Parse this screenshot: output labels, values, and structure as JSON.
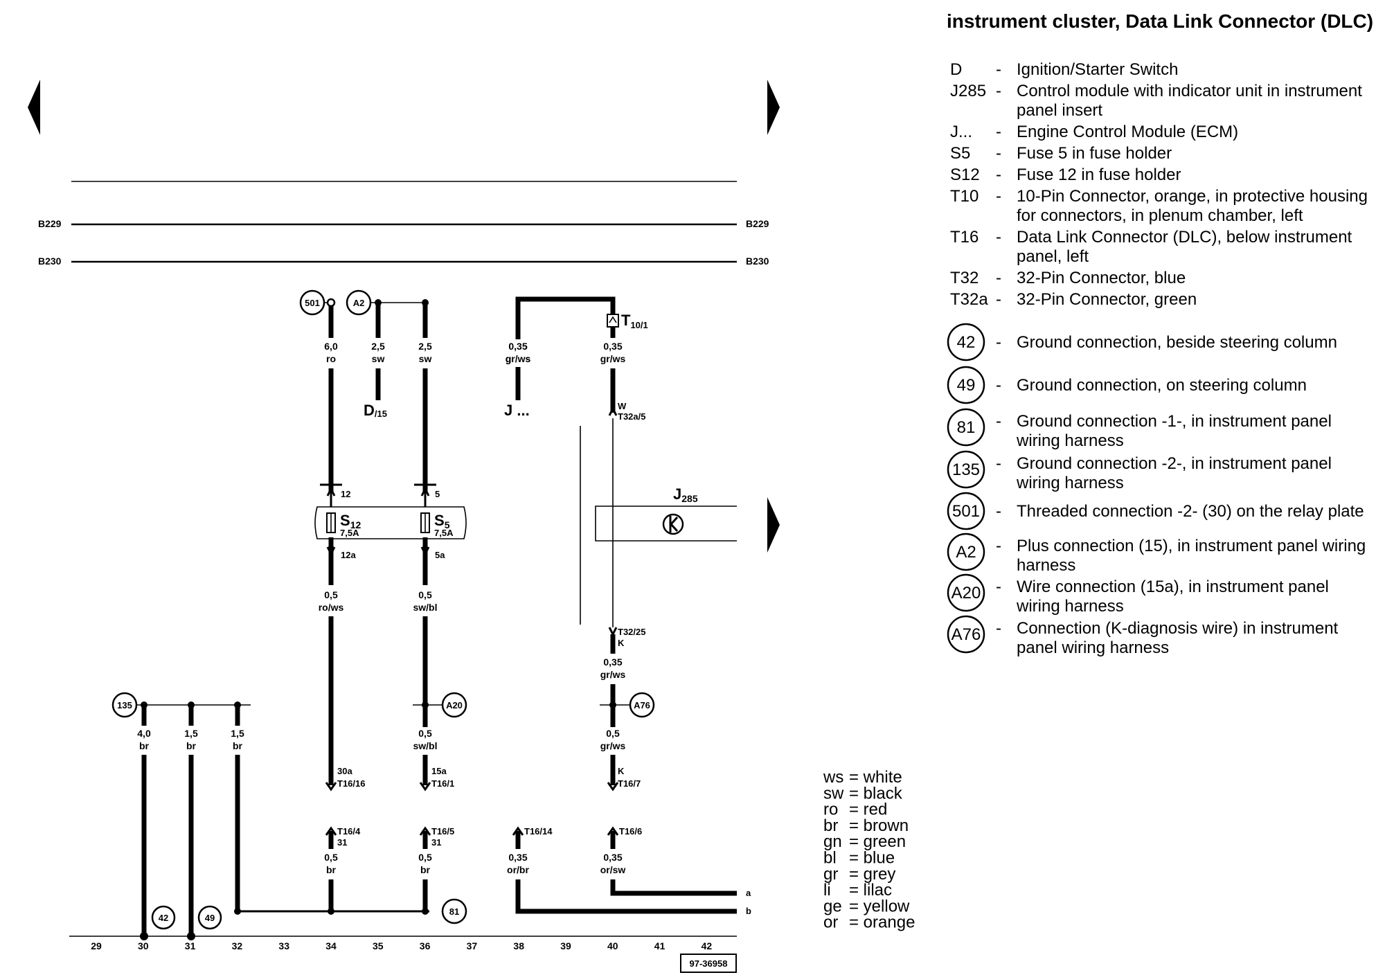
{
  "title": "instrument cluster, Data Link Connector (DLC)",
  "diagram_code": "97-36958",
  "bus_lines": {
    "b229": "B229",
    "b230": "B230"
  },
  "nodes": {
    "n501": "501",
    "nA2": "A2",
    "n135": "135",
    "n42": "42",
    "n49": "49",
    "n81": "81",
    "nA20": "A20",
    "nA76": "A76"
  },
  "wires": {
    "w501": {
      "gauge": "6,0",
      "color": "ro"
    },
    "wA2d": {
      "gauge": "2,5",
      "color": "sw"
    },
    "wA2s": {
      "gauge": "2,5",
      "color": "sw"
    },
    "wJ": {
      "gauge": "0,35",
      "color": "gr/ws"
    },
    "wT10": {
      "gauge": "0,35",
      "color": "gr/ws"
    },
    "wS12": {
      "gauge": "0,5",
      "color": "ro/ws"
    },
    "wS5": {
      "gauge": "0,5",
      "color": "sw/bl"
    },
    "wK": {
      "gauge": "0,35",
      "color": "gr/ws"
    },
    "g1": {
      "gauge": "4,0",
      "color": "br"
    },
    "g2": {
      "gauge": "1,5",
      "color": "br"
    },
    "g3": {
      "gauge": "1,5",
      "color": "br"
    },
    "wA20": {
      "gauge": "0,5",
      "color": "sw/bl"
    },
    "wA76": {
      "gauge": "0,5",
      "color": "gr/ws"
    },
    "b34": {
      "gauge": "0,5",
      "color": "br"
    },
    "b36": {
      "gauge": "0,5",
      "color": "br"
    },
    "b38": {
      "gauge": "0,35",
      "color": "or/br"
    },
    "b40": {
      "gauge": "0,35",
      "color": "or/sw"
    }
  },
  "components": {
    "d15": {
      "main": "D",
      "sub": "/15"
    },
    "jdots": "J ...",
    "t10": {
      "main": "T",
      "sub": "10/1"
    },
    "j285": {
      "main": "J",
      "sub": "285"
    },
    "s12": {
      "main": "S",
      "sub": "12",
      "rating": "7,5A",
      "pin_in": "12",
      "pin_out": "12a"
    },
    "s5": {
      "main": "S",
      "sub": "5",
      "rating": "7,5A",
      "pin_in": "5",
      "pin_out": "5a"
    }
  },
  "pins": {
    "w_letter": "W",
    "t32a5": "T32a/5",
    "t3225": "T32/25",
    "k1": "K",
    "c30a": "30a",
    "t1616": "T16/16",
    "c15a": "15a",
    "t161": "T16/1",
    "k2": "K",
    "t167": "T16/7",
    "t164": "T16/4",
    "c31a": "31",
    "t165": "T16/5",
    "c31b": "31",
    "t1614": "T16/14",
    "t166": "T16/6",
    "ta": "a",
    "tb": "b"
  },
  "track_numbers": [
    "29",
    "30",
    "31",
    "32",
    "33",
    "34",
    "35",
    "36",
    "37",
    "38",
    "39",
    "40",
    "41",
    "42"
  ],
  "legend": [
    {
      "code": "D",
      "dash": "-",
      "desc": "Ignition/Starter Switch"
    },
    {
      "code": "J285",
      "dash": "-",
      "desc": "Control module with indicator unit in instrument",
      "desc2": "panel insert"
    },
    {
      "code": "J...",
      "dash": "-",
      "desc": "Engine Control Module (ECM)"
    },
    {
      "code": "S5",
      "dash": "-",
      "desc": "Fuse 5 in fuse holder"
    },
    {
      "code": "S12",
      "dash": "-",
      "desc": "Fuse 12 in fuse holder"
    },
    {
      "code": "T10",
      "dash": "-",
      "desc": "10-Pin Connector, orange, in protective housing",
      "desc2": "for connectors, in plenum chamber, left"
    },
    {
      "code": "T16",
      "dash": "-",
      "desc": "Data Link Connector (DLC), below instrument",
      "desc2": "panel, left"
    },
    {
      "code": "T32",
      "dash": "-",
      "desc": "32-Pin Connector, blue"
    },
    {
      "code": "T32a",
      "dash": "-",
      "desc": "32-Pin Connector, green"
    }
  ],
  "circle_legend": [
    {
      "code": "42",
      "dash": "-",
      "desc": "Ground connection, beside steering column"
    },
    {
      "code": "49",
      "dash": "-",
      "desc": "Ground connection, on steering column"
    },
    {
      "code": "81",
      "dash": "-",
      "desc": "Ground connection -1-, in instrument panel",
      "desc2": "wiring harness"
    },
    {
      "code": "135",
      "dash": "-",
      "desc": "Ground connection -2-, in instrument panel",
      "desc2": "wiring harness"
    },
    {
      "code": "501",
      "dash": "-",
      "desc": "Threaded connection -2- (30) on the relay plate"
    },
    {
      "code": "A2",
      "dash": "-",
      "desc": "Plus connection (15), in instrument panel wiring",
      "desc2": "harness"
    },
    {
      "code": "A20",
      "dash": "-",
      "desc": "Wire connection (15a), in instrument panel",
      "desc2": "wiring harness"
    },
    {
      "code": "A76",
      "dash": "-",
      "desc": "Connection (K-diagnosis wire) in instrument",
      "desc2": "panel wiring harness"
    }
  ],
  "color_codes": [
    {
      "abbr": "ws",
      "name": "= white"
    },
    {
      "abbr": "sw",
      "name": "= black"
    },
    {
      "abbr": "ro",
      "name": "= red"
    },
    {
      "abbr": "br",
      "name": "= brown"
    },
    {
      "abbr": "gn",
      "name": "= green"
    },
    {
      "abbr": "bl",
      "name": "= blue"
    },
    {
      "abbr": "gr",
      "name": "= grey"
    },
    {
      "abbr": "li",
      "name": "= lilac"
    },
    {
      "abbr": "ge",
      "name": "= yellow"
    },
    {
      "abbr": "or",
      "name": "= orange"
    }
  ]
}
